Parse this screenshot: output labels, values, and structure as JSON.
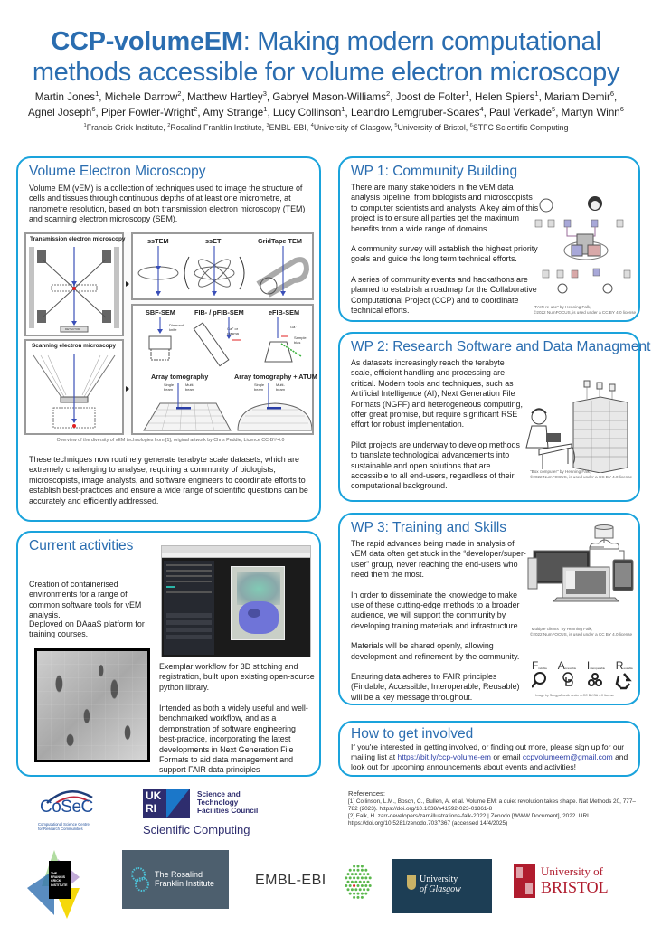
{
  "header": {
    "title_bold": "CCP-volumeEM",
    "title_rest_line1": ":  Making modern computational",
    "title_line2": "methods accessible for volume electron microscopy",
    "authors_line1": [
      {
        "name": "Martin Jones",
        "aff": "1"
      },
      {
        "name": "Michele Darrow",
        "aff": "2"
      },
      {
        "name": "Matthew Hartley",
        "aff": "3"
      },
      {
        "name": "Gabryel Mason-Williams",
        "aff": "2"
      },
      {
        "name": "Joost de Folter",
        "aff": "1"
      },
      {
        "name": "Helen Spiers",
        "aff": "1"
      },
      {
        "name": "Mariam Demir",
        "aff": "6"
      }
    ],
    "authors_line2": [
      {
        "name": "Agnel Joseph",
        "aff": "6"
      },
      {
        "name": "Piper Fowler-Wright",
        "aff": "2"
      },
      {
        "name": "Amy Strange",
        "aff": "1"
      },
      {
        "name": "Lucy Collinson",
        "aff": "1"
      },
      {
        "name": "Leandro Lemgruber-Soares",
        "aff": "4"
      },
      {
        "name": "Paul Verkade",
        "aff": "5"
      },
      {
        "name": "Martyn Winn",
        "aff": "6"
      }
    ],
    "affiliations": [
      {
        "num": "1",
        "name": "Francis Crick Institute"
      },
      {
        "num": "2",
        "name": "Rosalind Franklin Institute"
      },
      {
        "num": "3",
        "name": "EMBL-EBI"
      },
      {
        "num": "4",
        "name": "University of Glasgow"
      },
      {
        "num": "5",
        "name": "University of Bristol"
      },
      {
        "num": "6",
        "name": "STFC Scientific Computing"
      }
    ]
  },
  "vem": {
    "heading": "Volume Electron Microscopy",
    "intro": "Volume EM (vEM) is a collection of techniques used to image the structure of cells and tissues through continuous depths of at least one micrometre, at nanometre resolution, based on both transmission electron microscopy (TEM) and scanning electron microscopy (SEM).",
    "figure": {
      "tem_label": "Transmission electron microscopy",
      "sem_label": "Scanning electron microscopy",
      "tem_methods": [
        "ssTEM",
        "ssET",
        "GridTape TEM"
      ],
      "sem_methods": [
        "SBF-SEM",
        "FIB- / pFIB-SEM",
        "eFIB-SEM"
      ],
      "array_labels": [
        "Array tomography",
        "Array tomography + ATUM"
      ],
      "small_labels": {
        "diamond_knife": "Diamond knife",
        "ga_plasma": "Ga⁺ or plasma",
        "ga": "Ga⁺",
        "sample_bias": "Sample bias",
        "single_beam": "Single beam",
        "multi_beam": "Multi-beam",
        "detector": "DETECTOR"
      },
      "caption": "Overview of the diversity of vEM technologies from [1], original artwork by Chris Peddie, Licence CC-BY-4.0"
    },
    "body": "These techniques now routinely generate terabyte scale datasets, which are extremely challenging to analyse, requiring a community of biologists, microscopists, image analysts, and software engineers to coordinate efforts to establish best-practices and ensure a wide range of scientific questions can be accurately and efficiently addressed."
  },
  "current": {
    "heading": "Current activities",
    "para1": "Creation of containerised environments for a range of common software tools for vEM analysis.",
    "para2": "Deployed on DAaaS platform for training courses.",
    "para3": "Exemplar workflow for 3D stitching and registration, built upon existing open-source python library.",
    "para4": "Intended as both a widely useful and well-benchmarked workflow, and as a demonstration of software engineering best-practice, incorporating the latest developments in Next Generation File Formats to aid data management and support FAIR data principles"
  },
  "wp1": {
    "heading": "WP 1: Community Building",
    "paras": [
      "There are many stakeholders in the vEM data analysis pipeline, from biologists and microscopists to computer scientists and analysts. A key aim of this project is to ensure  all parties get the maximum benefits from a wide range of domains.",
      "A community survey will establish the highest priority goals and guide the long term technical efforts.",
      "A series of community events and hackathons are planned to establish a roadmap for the Collaborative Computational Project (CCP) and to coordinate technical efforts."
    ],
    "caption_line1": "\"FAIR re-use\" by Henning Falk,",
    "caption_line2": "©2022 NumFOCUS, is used under a CC BY 4.0 license"
  },
  "wp2": {
    "heading": "WP 2: Research Software and Data Managment",
    "paras": [
      "As datasets increasingly reach the terabyte scale, efficient handling and processing are critical. Modern tools and techniques, such as Artificial Intelligence (AI), Next Generation File Formats (NGFF) and heterogeneous computing, offer great promise, but require significant RSE effort for robust implementation.",
      "Pilot projects are underway to develop methods to translate technological advancements into sustainable and open solutions that are accessible to all end-users, regardless of their computational background."
    ],
    "caption_line1": "\"Box computer\" by Henning Falk,",
    "caption_line2": "©2022 NumFOCUS, is used under a CC BY 4.0 license"
  },
  "wp3": {
    "heading": "WP 3: Training and Skills",
    "paras": [
      "The rapid advances being made in analysis of vEM data often get stuck in the “developer/super-user” group, never reaching the end-users who need them the most.",
      "In order to disseminate the knowledge to make use of these cutting-edge methods to a broader audience, we will support the community by developing training materials and infrastructure.",
      "Materials will be shared openly, allowing development and refinement by the community.",
      "Ensuring data adheres to FAIR principles (Findable, Accessible, Interoperable, Reusable) will be a key message throughout."
    ],
    "caption_line1": "\"Multiple clients\" by Henning Falk,",
    "caption_line2": "©2022 NumFOCUS, is used under a CC BY 4.0 license",
    "fair": [
      {
        "letter": "F",
        "word": "indable"
      },
      {
        "letter": "A",
        "word": "ccessible"
      },
      {
        "letter": "I",
        "word": "nteroperable"
      },
      {
        "letter": "R",
        "word": "eusable"
      }
    ],
    "fair_caption": "Image by SangyaPundir under a CC BY-SA 4.0 license"
  },
  "involved": {
    "heading": "How to get involved",
    "text_before": "If you're interested in getting involved, or finding out more, please sign up for our mailing list at ",
    "link": "https://bit.ly/ccp-volume-em",
    "text_mid": " or email ",
    "email": "ccpvolumeem@gmail.com",
    "text_after": " and look out for upcoming announcements about events and activities!"
  },
  "references": {
    "title": "References:",
    "items": [
      "[1] Collinson, L.M., Bosch, C., Bullen, A. et al. Volume EM: a quiet revolution takes shape. Nat Methods 20, 777–782 (2023). https://doi.org/10.1038/s41592-023-01861-8",
      "[2] Falk, H. zarr-developers/zarr-illustrations-falk-2022 | Zenodo [WWW Document], 2022. URL https://doi.org/10.5281/zenodo.7037367 (accessed 14/4/2025)"
    ]
  },
  "logos": {
    "cosec_name": "CoSeC",
    "cosec_sub1": "Computational Science Centre",
    "cosec_sub2": "for Research Communities",
    "ukri_letters": "UK RI",
    "stfc_line1": "Science and",
    "stfc_line2": "Technology",
    "stfc_line3": "Facilities Council",
    "stfc_sub": "Scientific Computing",
    "crick_lines": [
      "THE",
      "FRANCIS",
      "CRICK",
      "INSTITUTE"
    ],
    "rfi_line1": "The Rosalind",
    "rfi_line2": "Franklin Institute",
    "embl": "EMBL-EBI",
    "glasgow_line1": "University",
    "glasgow_line2": "of Glasgow",
    "bristol_line1": "University of",
    "bristol_line2": "BRISTOL"
  },
  "colors": {
    "title_blue": "#2a6db0",
    "box_border": "#1aa3dc",
    "link_blue": "#2b3ea6"
  }
}
